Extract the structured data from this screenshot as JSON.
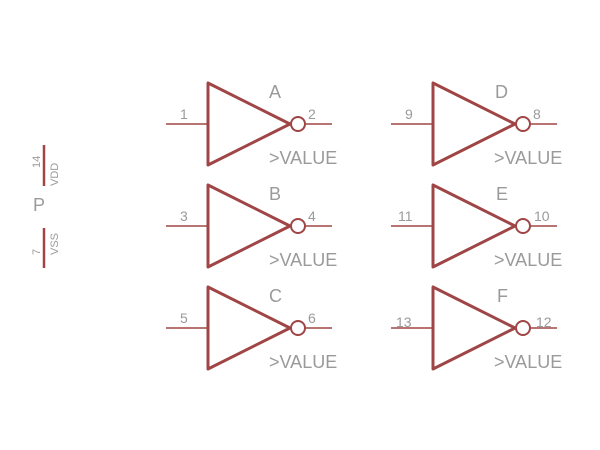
{
  "power": {
    "part_label": "P",
    "vdd": {
      "pin": "14",
      "name": "VDD"
    },
    "vss": {
      "pin": "7",
      "name": "VSS"
    }
  },
  "gates": [
    {
      "name": "A",
      "in_pin": "1",
      "out_pin": "2",
      "value": ">VALUE"
    },
    {
      "name": "B",
      "in_pin": "3",
      "out_pin": "4",
      "value": ">VALUE"
    },
    {
      "name": "C",
      "in_pin": "5",
      "out_pin": "6",
      "value": ">VALUE"
    },
    {
      "name": "D",
      "in_pin": "9",
      "out_pin": "8",
      "value": ">VALUE"
    },
    {
      "name": "E",
      "in_pin": "11",
      "out_pin": "10",
      "value": ">VALUE"
    },
    {
      "name": "F",
      "in_pin": "13",
      "out_pin": "12",
      "value": ">VALUE"
    }
  ],
  "colors": {
    "symbol": "#a04545",
    "text": "#9a9a9a"
  }
}
